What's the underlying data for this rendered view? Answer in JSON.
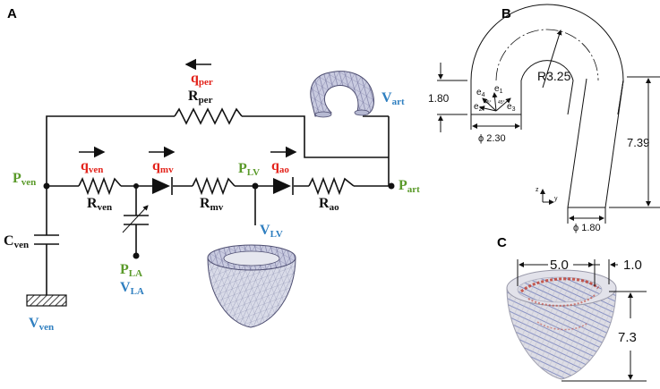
{
  "panels": {
    "a": "A",
    "b": "B",
    "c": "C"
  },
  "circuit": {
    "q_per": "q",
    "q_per_sub": "per",
    "r_per": "R",
    "r_per_sub": "per",
    "v_art": "V",
    "v_art_sub": "art",
    "q_ven": "q",
    "q_ven_sub": "ven",
    "q_mv": "q",
    "q_mv_sub": "mv",
    "p_lv": "P",
    "p_lv_sub": "LV",
    "q_ao": "q",
    "q_ao_sub": "ao",
    "p_ven": "P",
    "p_ven_sub": "ven",
    "r_ven": "R",
    "r_ven_sub": "ven",
    "r_mv": "R",
    "r_mv_sub": "mv",
    "r_ao": "R",
    "r_ao_sub": "ao",
    "p_art": "P",
    "p_art_sub": "art",
    "c_ven": "C",
    "c_ven_sub": "ven",
    "v_lv": "V",
    "v_lv_sub": "LV",
    "p_la": "P",
    "p_la_sub": "LA",
    "v_la": "V",
    "v_la_sub": "LA",
    "v_ven": "V",
    "v_ven_sub": "ven"
  },
  "aorta_drawing": {
    "height_left": "1.80",
    "radius": "R3.25",
    "diameter_top": "ϕ 2.30",
    "length": "7.39",
    "diameter_bottom": "ϕ 1.80",
    "e1": "e",
    "e1_sub": "1",
    "e2": "e",
    "e2_sub": "2",
    "e3": "e",
    "e3_sub": "3",
    "e4": "e",
    "e4_sub": "4",
    "angle1": "45°",
    "angle2": "45°",
    "axis_z": "z",
    "axis_y": "y"
  },
  "ventricle_dims": {
    "width": "5.0",
    "thickness": "1.0",
    "height": "7.3"
  }
}
